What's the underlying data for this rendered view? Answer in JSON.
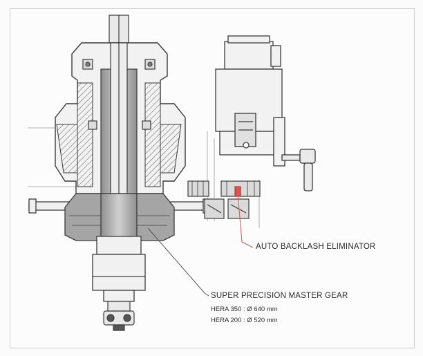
{
  "annotations": {
    "backlash_label": "AUTO BACKLASH ELIMINATOR",
    "gear_label": "SUPER PRECISION MASTER GEAR",
    "gear_specs": [
      "HERA 350 : Ø 640 mm",
      "HERA 200 : Ø 520 mm"
    ]
  },
  "colors": {
    "line": "#3a3a3a",
    "gear_fill": "#9e9e9e",
    "shaft_fill": "#b8b8b8",
    "leader_red": "#d9534f",
    "text": "#2a2a2a"
  },
  "icons": [
    "hatch-pattern",
    "bearing",
    "gear-teeth"
  ]
}
